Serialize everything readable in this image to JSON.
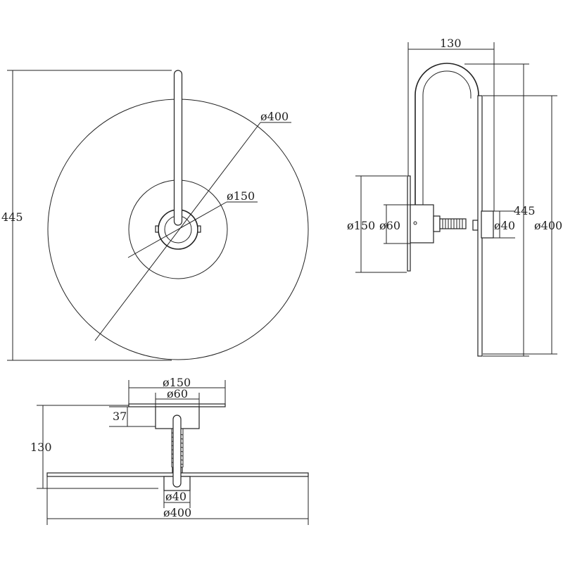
{
  "front_view": {
    "height_label": "445",
    "disc_diameter_label": "ø400",
    "center_diameter_label": "ø150"
  },
  "side_view": {
    "depth_label": "130",
    "height_label": "445",
    "plate_label": "ø150",
    "canopy_label": "ø60",
    "tube_label": "ø40",
    "disc_label": "ø400"
  },
  "top_view": {
    "plate_label": "ø150",
    "canopy_label": "ø60",
    "canopy_depth_label": "37",
    "depth_label": "130",
    "tube_label": "ø40",
    "disc_label": "ø400"
  },
  "colors": {
    "line": "#222222",
    "background": "#ffffff"
  }
}
